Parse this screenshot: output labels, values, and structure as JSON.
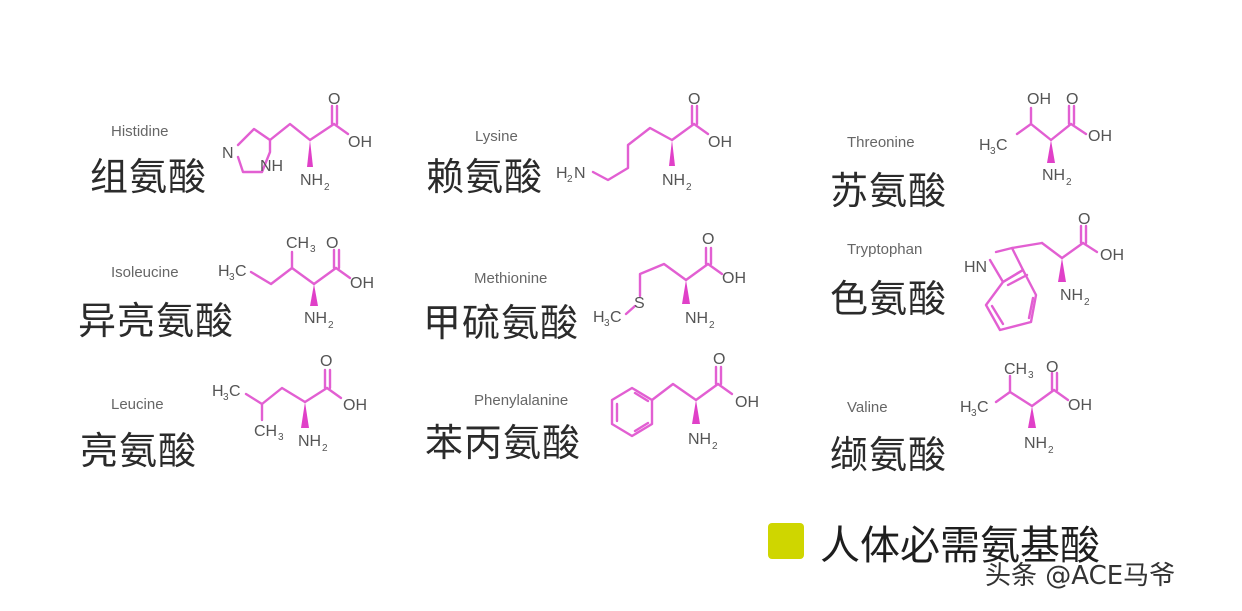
{
  "title": "人体必需氨基酸",
  "legend": {
    "label": "人体必需氨基酸",
    "color": "#cfd600"
  },
  "watermark": "头条 @ACE马爷",
  "colors": {
    "bond": "#e25fd2",
    "text": "#2b2b2b",
    "label": "#666666"
  },
  "amino_acids": [
    {
      "en": "Histidine",
      "zh": "组氨酸",
      "groups": [
        "N",
        "NH",
        "O",
        "OH",
        "NH2"
      ]
    },
    {
      "en": "Lysine",
      "zh": "赖氨酸",
      "groups": [
        "H2N",
        "O",
        "OH",
        "NH2"
      ]
    },
    {
      "en": "Threonine",
      "zh": "苏氨酸",
      "groups": [
        "OH",
        "O",
        "H3C",
        "OH",
        "NH2"
      ]
    },
    {
      "en": "Isoleucine",
      "zh": "异亮氨酸",
      "groups": [
        "CH3",
        "O",
        "H3C",
        "OH",
        "NH2"
      ]
    },
    {
      "en": "Methionine",
      "zh": "甲硫氨酸",
      "groups": [
        "O",
        "OH",
        "S",
        "H3C",
        "NH2"
      ]
    },
    {
      "en": "Tryptophan",
      "zh": "色氨酸",
      "groups": [
        "HN",
        "O",
        "OH",
        "NH2"
      ]
    },
    {
      "en": "Leucine",
      "zh": "亮氨酸",
      "groups": [
        "O",
        "H3C",
        "OH",
        "CH3",
        "NH2"
      ]
    },
    {
      "en": "Phenylalanine",
      "zh": "苯丙氨酸",
      "groups": [
        "O",
        "OH",
        "NH2"
      ]
    },
    {
      "en": "Valine",
      "zh": "缬氨酸",
      "groups": [
        "CH3",
        "O",
        "H3C",
        "OH",
        "NH2"
      ]
    }
  ]
}
